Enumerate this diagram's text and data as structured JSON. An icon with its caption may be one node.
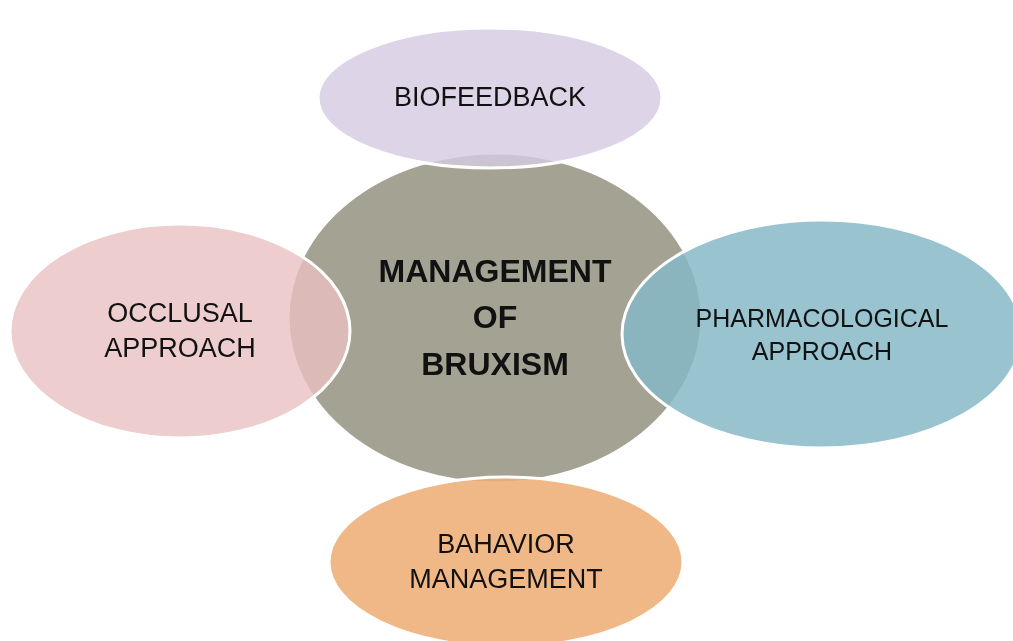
{
  "diagram": {
    "nodes": [
      {
        "text": [
          "MANAGEMENT OF BRUXISM"
        ]
      },
      {
        "text": [
          "BIOFEEDBACK"
        ]
      },
      {
        "text": [
          "OCCLUSAL APPROACH"
        ]
      },
      {
        "text": [
          "PHARMACOLOGICAL APPROACH"
        ]
      },
      {
        "text": [
          "BAHAVIOR MANAGEMENT"
        ]
      }
    ]
  }
}
